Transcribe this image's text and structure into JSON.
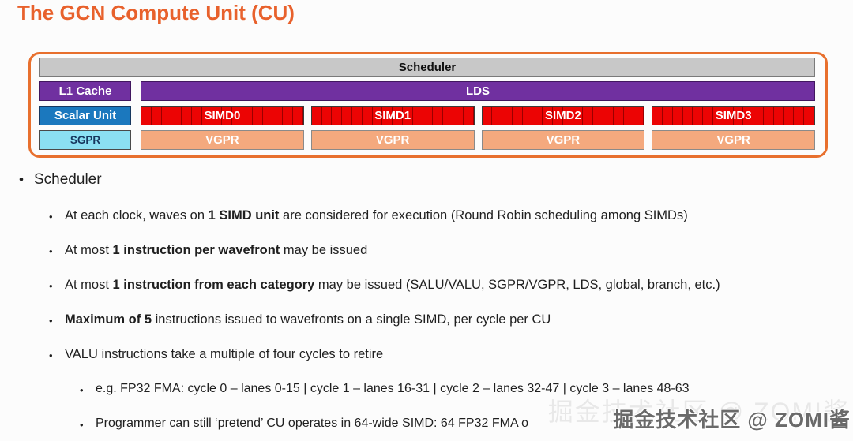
{
  "slide": {
    "title": "The GCN Compute Unit (CU)"
  },
  "colors": {
    "accent_orange": "#E8612C",
    "frame_orange": "#E8702E",
    "scheduler_fill": "#C8C8C8",
    "scheduler_border": "#7A7A7A",
    "purple_fill": "#7030A0",
    "blue_fill": "#1B78BE",
    "blue_border": "#17375E",
    "cyan_fill": "#8BE0F3",
    "red_fill": "#EC0404",
    "red_divider": "#9C0000",
    "salmon_fill": "#F4A97E",
    "ink": "#1F1F1F",
    "watermark_gray": "#6A6A6A"
  },
  "diagram": {
    "scheduler_label": "Scheduler",
    "l1_cache_label": "L1 Cache",
    "lds_label": "LDS",
    "scalar_unit_label": "Scalar Unit",
    "sgpr_label": "SGPR",
    "simd_labels": [
      "SIMD0",
      "SIMD1",
      "SIMD2",
      "SIMD3"
    ],
    "vgpr_labels": [
      "VGPR",
      "VGPR",
      "VGPR",
      "VGPR"
    ],
    "lanes_per_simd": 16
  },
  "bullets": {
    "items": [
      {
        "level": 1,
        "segments": [
          {
            "t": "Scheduler",
            "b": false
          }
        ]
      },
      {
        "level": 2,
        "segments": [
          {
            "t": "At each clock, waves on ",
            "b": false
          },
          {
            "t": "1 SIMD unit",
            "b": true
          },
          {
            "t": " are considered for execution (Round Robin scheduling among SIMDs)",
            "b": false
          }
        ]
      },
      {
        "level": 2,
        "segments": [
          {
            "t": "At most ",
            "b": false
          },
          {
            "t": "1 instruction per wavefront",
            "b": true
          },
          {
            "t": " may be issued",
            "b": false
          }
        ]
      },
      {
        "level": 2,
        "segments": [
          {
            "t": "At most ",
            "b": false
          },
          {
            "t": "1 instruction from each category",
            "b": true
          },
          {
            "t": " may be issued (SALU/VALU, SGPR/VGPR, LDS, global, branch, etc.)",
            "b": false
          }
        ]
      },
      {
        "level": 2,
        "segments": [
          {
            "t": "Maximum of 5",
            "b": true
          },
          {
            "t": " instructions issued to wavefronts on a single SIMD, per cycle per CU",
            "b": false
          }
        ]
      },
      {
        "level": 2,
        "segments": [
          {
            "t": "VALU instructions take a multiple of four cycles to retire",
            "b": false
          }
        ]
      },
      {
        "level": 3,
        "segments": [
          {
            "t": "e.g. FP32 FMA: cycle 0 – lanes 0-15 | cycle 1 – lanes 16-31 | cycle 2 – lanes 32-47 | cycle 3 – lanes 48-63",
            "b": false
          }
        ]
      },
      {
        "level": 3,
        "segments": [
          {
            "t": "Programmer can still ‘pretend’ CU operates in 64-wide SIMD: 64 FP32 FMA o",
            "b": false
          }
        ]
      }
    ]
  },
  "watermark": {
    "text": "掘金技术社区 @ ZOMI酱"
  }
}
